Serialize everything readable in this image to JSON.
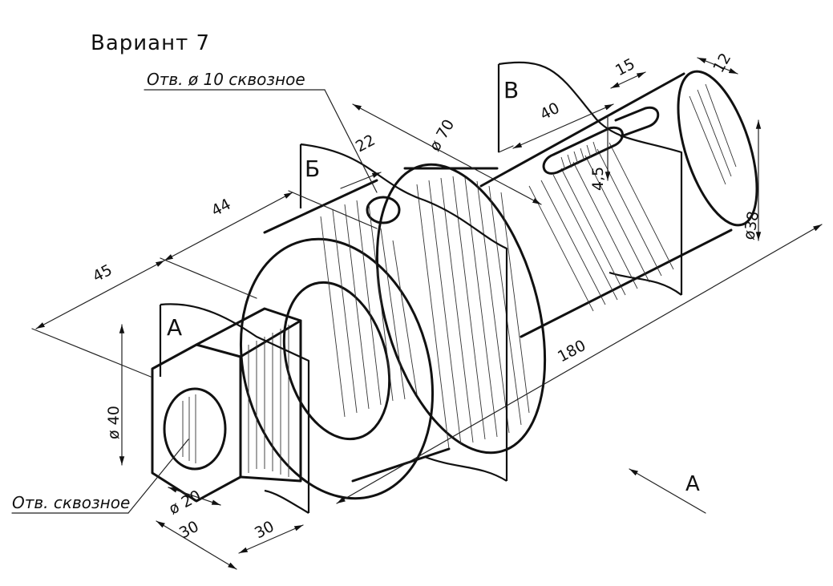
{
  "title": "Вариант 7",
  "callouts": {
    "hole_top": "Отв. ø 10 сквозное",
    "hole_bottom": "Отв. сквозное"
  },
  "section_planes": {
    "a": "А",
    "b": "Б",
    "v": "В"
  },
  "view_arrow": {
    "label": "А"
  },
  "dimensions": {
    "d45": "45",
    "d44": "44",
    "d22": "22",
    "d70": "ø 70",
    "d40_top": "40",
    "d15": "15",
    "d12": "12",
    "d45_slot": "4,5",
    "d38": "ø38",
    "d180": "180",
    "d40_left": "ø 40",
    "d20": "ø 20",
    "d30_bottom": "30",
    "d30_right": "30"
  }
}
